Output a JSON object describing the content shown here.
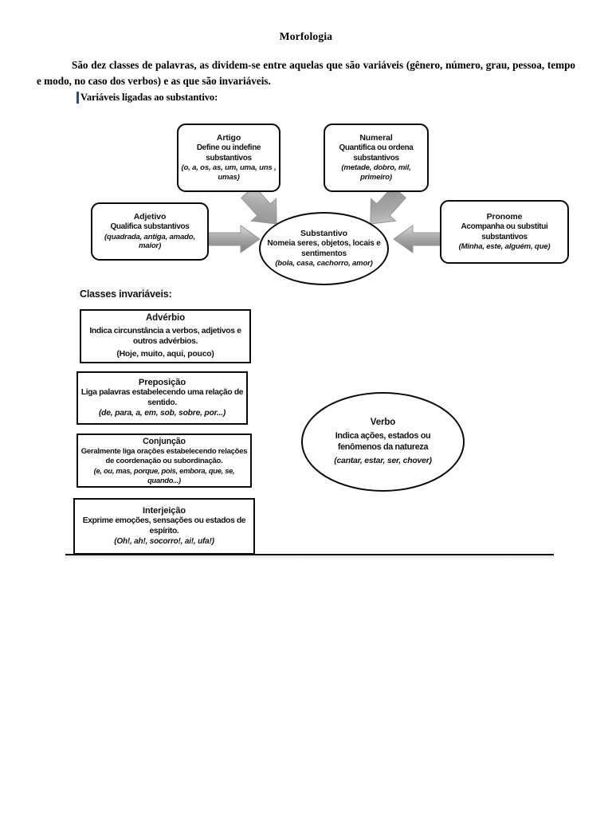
{
  "document": {
    "title": "Morfologia",
    "intro": "São dez classes de palavras, as dividem-se entre aquelas que são variáveis (gênero, número, grau, pessoa, tempo e modo, no caso dos verbos) e as que são invariáveis.",
    "subheading": "Variáveis ligadas ao substantivo:",
    "section_label": "Classes invariáveis:"
  },
  "diagram": {
    "type": "concept-map",
    "center": {
      "name": "substantivo",
      "title": "Substantivo",
      "description": "Nomeia seres, objetos, locais e sentimentos",
      "examples": "(bola, casa, cachorro, amor)",
      "shape": "ellipse"
    },
    "variable_classes": [
      {
        "name": "artigo",
        "title": "Artigo",
        "description": "Define ou indefine substantivos",
        "examples": "(o, a, os, as, um, uma, uns , umas)",
        "shape": "rounded-box",
        "arrow_to_center": "down-right"
      },
      {
        "name": "numeral",
        "title": "Numeral",
        "description": "Quantifica ou ordena substantivos",
        "examples": "(metade, dobro, mil, primeiro)",
        "shape": "rounded-box",
        "arrow_to_center": "down-left"
      },
      {
        "name": "adjetivo",
        "title": "Adjetivo",
        "description": "Qualifica substantivos",
        "examples": "(quadrada, antiga, amado, maior)",
        "shape": "rounded-box",
        "arrow_to_center": "right"
      },
      {
        "name": "pronome",
        "title": "Pronome",
        "description": "Acompanha ou substitui substantivos",
        "examples": "(Minha, este, alguém, que)",
        "shape": "rounded-box",
        "arrow_to_center": "left"
      }
    ],
    "invariable_classes": [
      {
        "name": "adverbio",
        "title": "Advérbio",
        "description": "Indica circunstância a verbos, adjetivos e outros advérbios.",
        "examples": "(Hoje, muito, aqui, pouco)",
        "shape": "box"
      },
      {
        "name": "preposicao",
        "title": "Preposição",
        "description": "Liga palavras estabelecendo uma relação de sentido.",
        "examples": "(de, para, a, em, sob, sobre, por...)",
        "shape": "box"
      },
      {
        "name": "conjuncao",
        "title": "Conjunção",
        "description": "Geralmente liga orações estabelecendo relações de coordenação ou subordinação.",
        "examples": "(e, ou, mas, porque, pois, embora, que, se, quando...)",
        "shape": "box"
      },
      {
        "name": "interjeicao",
        "title": "Interjeição",
        "description": "Exprime emoções, sensações ou estados de espírito.",
        "examples": "(Oh!, ah!, socorro!, ai!, ufa!)",
        "shape": "box"
      }
    ],
    "verb": {
      "name": "verbo",
      "title": "Verbo",
      "description": "Indica ações, estados ou fenômenos da natureza",
      "examples": "(cantar, estar, ser, chover)",
      "shape": "ellipse"
    }
  },
  "colors": {
    "page_background": "#ffffff",
    "text": "#111111",
    "outline": "#0a0a0a",
    "arrow_fill": "#a6a6a6",
    "arrow_outline": "#8f8f8f",
    "caret": "#2d4d7a"
  }
}
